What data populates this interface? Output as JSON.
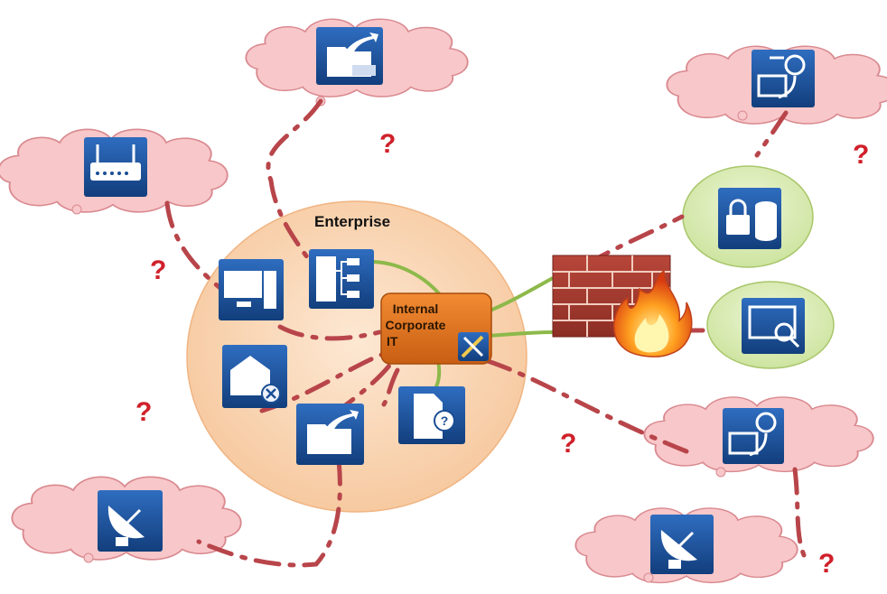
{
  "enterprise_label": "Enterprise",
  "it_hub": {
    "line1": "Internal",
    "line2": "Corporate",
    "line3": "IT"
  },
  "question_marks": [
    "?",
    "?",
    "?",
    "?",
    "?",
    "?"
  ],
  "icons": {
    "clouds": [
      "folder-share-icon",
      "router-icon",
      "remote-desktop-icon",
      "satellite-dish-icon",
      "remote-desktop-icon",
      "satellite-dish-icon"
    ],
    "enterprise": [
      "server-network-icon",
      "desktop-computer-icon",
      "email-error-icon",
      "folder-share-icon",
      "document-question-icon",
      "tools-icon"
    ],
    "secure_zone": [
      "lock-database-icon",
      "monitor-inspect-icon",
      "firewall-icon"
    ]
  },
  "colors": {
    "cloud_fill": "#f8c7c9",
    "cloud_stroke": "#d98a90",
    "enterprise_fill": "#f9d6b3",
    "hub_fill": "#e2761f",
    "green_bubble": "#d9ebb1",
    "icon_blue": "#1a4e94",
    "dash_red": "#b8454a",
    "solid_green": "#8db94a",
    "question_red": "#d0202a"
  }
}
